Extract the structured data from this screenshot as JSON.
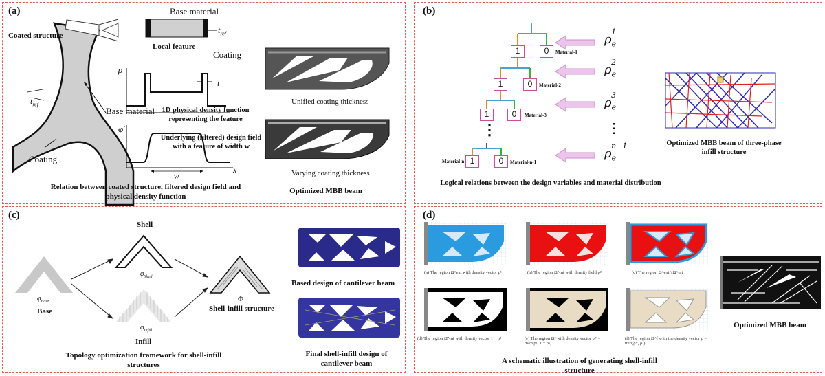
{
  "panel_a": {
    "tag": "(a)",
    "coated_structure": "Coated structure",
    "base_material_top": "Base material",
    "t_ref_top": "t",
    "t_ref_top_sub": "ref",
    "local_feature": "Local feature",
    "coating_top": "Coating",
    "rho_axis": "ρ",
    "t_small": "t",
    "t_ref_left": "t",
    "t_ref_left_sub": "ref",
    "base_material_mid": "Base material",
    "density_func_caption": "1D physical density function representing the feature",
    "phi_axis": "φ̂",
    "design_field_caption": "Underlying (filtered) design field with a feature of width w",
    "w_label": "w",
    "x_label": "x",
    "coating_left": "Coating",
    "caption_left": "Relation between coated structure, filtered design field and physical density function",
    "unified": "Unified coating thickness",
    "varying": "Varying coating thickness",
    "caption_right": "Optimized MBB beam"
  },
  "panel_b": {
    "tag": "(b)",
    "rho_sups": [
      "1",
      "2",
      "3",
      "n−1"
    ],
    "rho_base": "ρ",
    "rho_sub": "e",
    "dots": "⋮",
    "nodes": [
      {
        "one": "1",
        "zero": "0",
        "label": "Material-1"
      },
      {
        "one": "1",
        "zero": "0",
        "label": "Material-2"
      },
      {
        "one": "1",
        "zero": "0",
        "label": "Material-3"
      },
      {
        "one": "1",
        "zero": "0",
        "label_left": "Material-n",
        "label": "Material-n-1"
      }
    ],
    "caption_left": "Logical relations between the design variables and material distribution",
    "caption_right": "Optimized MBB beam of three-phase infill structure"
  },
  "panel_c": {
    "tag": "(c)",
    "shell": "Shell",
    "phi_shell": "φ",
    "phi_shell_sub": "Shell",
    "phi_base": "φ",
    "phi_base_sub": "Base",
    "base": "Base",
    "phi_infill": "φ",
    "phi_infill_sub": "Infill",
    "infill": "Infill",
    "Phi": "Φ",
    "shell_infill": "Shell-infill structure",
    "caption_left": "Topology optimization framework for shell-infill structures",
    "based_design": "Based design of cantilever beam",
    "final_design": "Final shell-infill design of cantilever beam"
  },
  "panel_d": {
    "tag": "(d)",
    "sub_a": "(a) The region Ω^ext with density vector ρ¹",
    "sub_b": "(b) The region Ω^int with density field ρ²",
    "sub_c": "(c) The region Ω^ext \\ Ω^int",
    "sub_d": "(d) The region Ω̄^int with density vector 1 − ρ²",
    "sub_e": "(e) The region Ω² with density vector ρ* = max(ρ¹, 1 − ρ²)",
    "sub_f": "(f) The region Ω^f with the density vector ρ = min(ρ*, ρ¹)",
    "caption_left": "A schematic illustration of generating shell-infill structure",
    "caption_right": "Optimized MBB beam"
  },
  "colors": {
    "border": "#e05a5a",
    "box": "#d04aa0",
    "arrow": "#e8b8e8",
    "blue_beam": "#2a2a8a",
    "red": "#e81010",
    "sky": "#2b9be0"
  }
}
